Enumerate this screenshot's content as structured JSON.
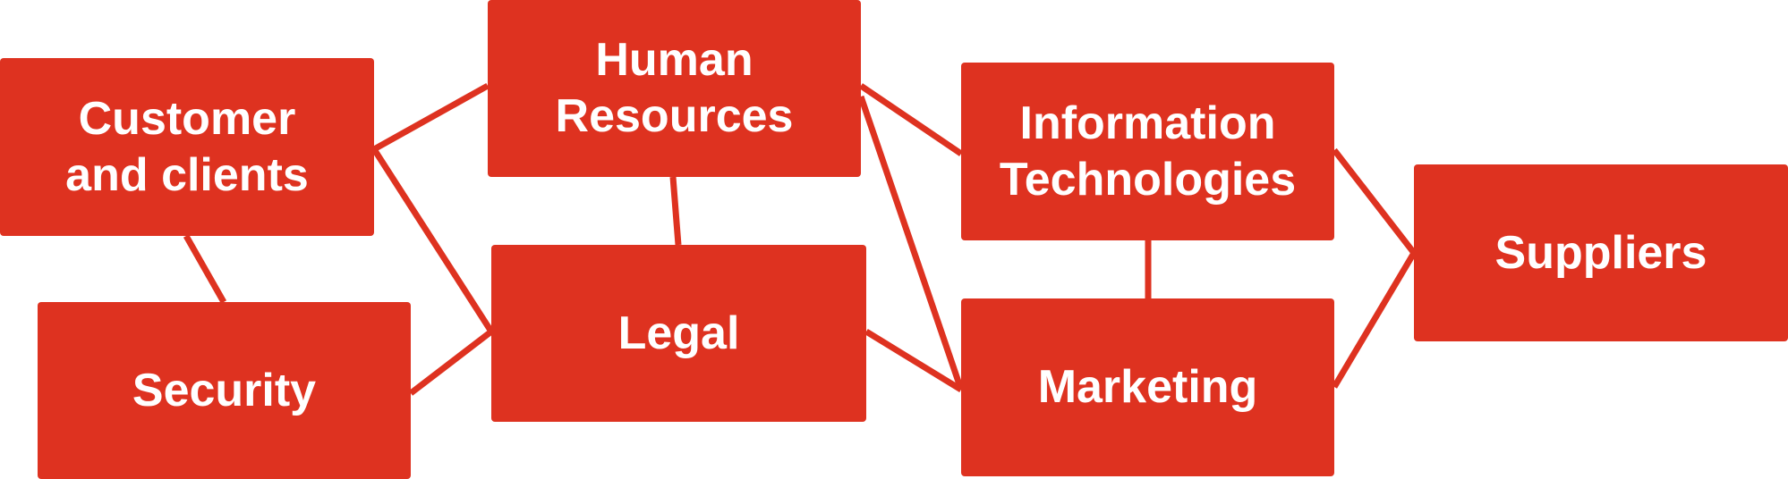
{
  "colors": {
    "node": "#de3220",
    "link": "#de3220",
    "text": "#ffffff"
  },
  "nodes": {
    "customer": "Customer\nand clients",
    "hr": "Human\nResources",
    "security": "Security",
    "legal": "Legal",
    "it": "Information\nTechnologies",
    "marketing": "Marketing",
    "suppliers": "Suppliers"
  },
  "links": [
    [
      "customer",
      "hr"
    ],
    [
      "customer",
      "legal"
    ],
    [
      "customer",
      "security"
    ],
    [
      "hr",
      "legal"
    ],
    [
      "hr",
      "it"
    ],
    [
      "hr",
      "marketing"
    ],
    [
      "security",
      "legal"
    ],
    [
      "legal",
      "marketing"
    ],
    [
      "it",
      "marketing"
    ],
    [
      "it",
      "suppliers"
    ],
    [
      "marketing",
      "suppliers"
    ]
  ]
}
